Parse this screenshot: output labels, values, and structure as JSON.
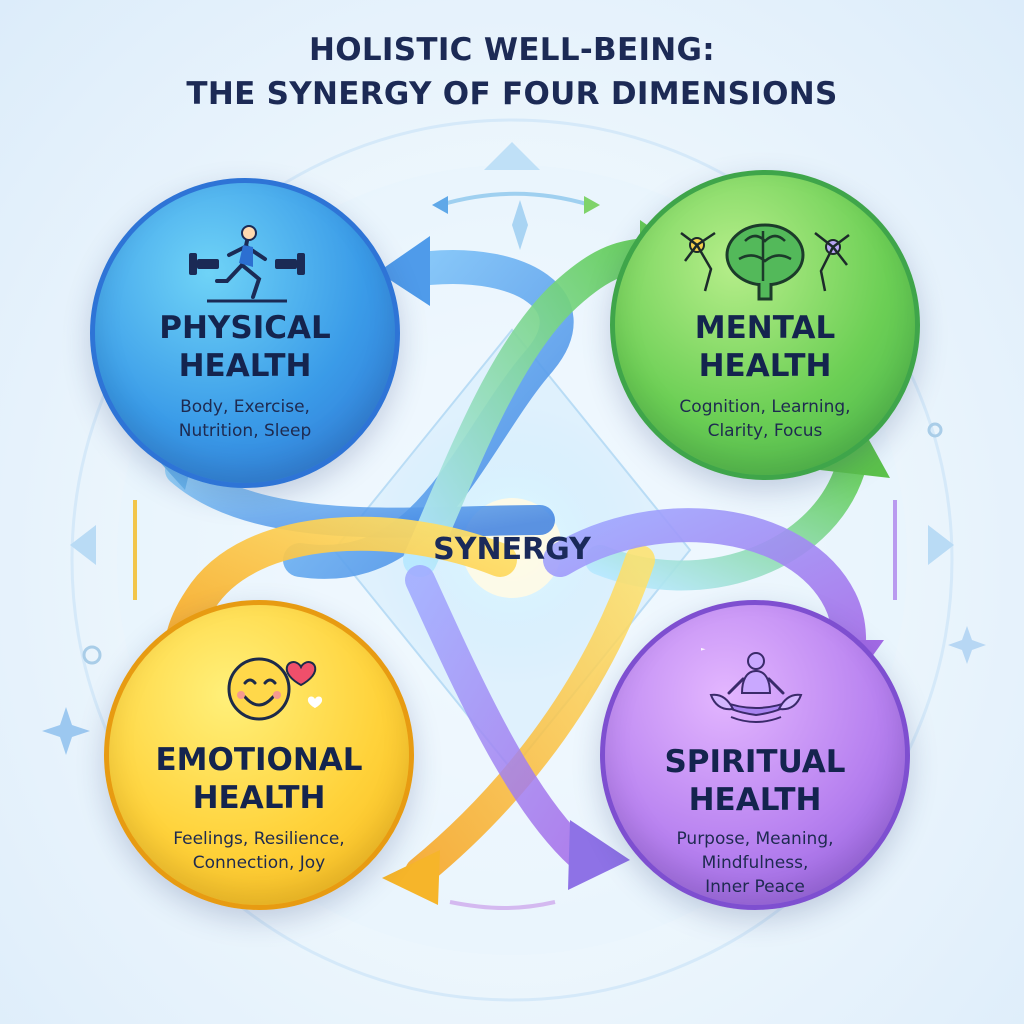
{
  "title": {
    "line1": "HOLISTIC WELL-BEING:",
    "line2": "THE SYNERGY OF FOUR DIMENSIONS"
  },
  "center": {
    "label": "SYNERGY"
  },
  "dimensions": [
    {
      "label_line1": "PHYSICAL",
      "label_line2": "HEALTH",
      "desc_line1": "Body, Exercise,",
      "desc_line2": "Nutrition, Sleep",
      "color": "#3a9be8",
      "icon": "runner-dumbbell-icon"
    },
    {
      "label_line1": "MENTAL",
      "label_line2": "HEALTH",
      "desc_line1": "Cognition, Learning,",
      "desc_line2": "Clarity, Focus",
      "color": "#6ccf55",
      "icon": "brain-neuron-icon"
    },
    {
      "label_line1": "EMOTIONAL",
      "label_line2": "HEALTH",
      "desc_line1": "Feelings, Resilience,",
      "desc_line2": "Connection, Joy",
      "color": "#ffd23a",
      "icon": "smiley-heart-icon"
    },
    {
      "label_line1": "SPIRITUAL",
      "label_line2": "HEALTH",
      "desc_line1": "Purpose, Meaning,",
      "desc_line2": "Mindfulness,",
      "desc_line3": "Inner Peace",
      "color": "#b882f0",
      "icon": "meditation-lotus-icon"
    }
  ]
}
